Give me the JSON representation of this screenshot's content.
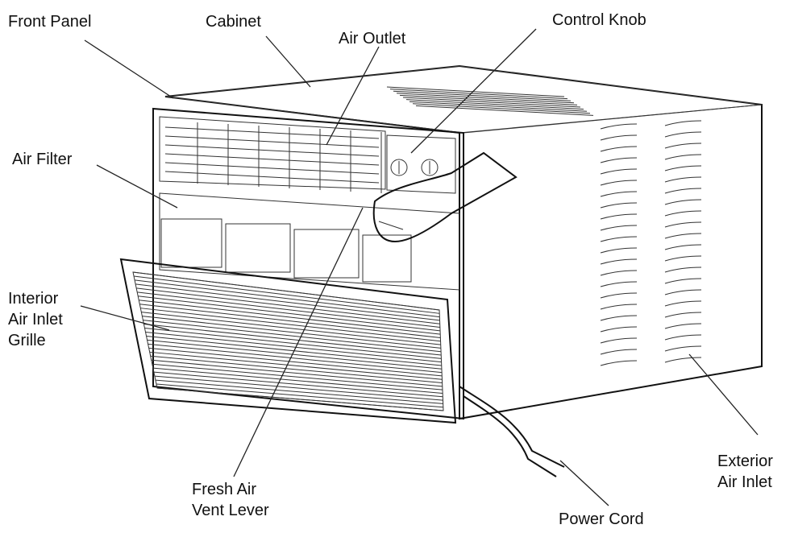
{
  "labels": {
    "front_panel": "Front Panel",
    "cabinet": "Cabinet",
    "air_outlet": "Air Outlet",
    "control_knob": "Control Knob",
    "air_filter": "Air Filter",
    "interior_air_inlet_grille": [
      "Interior",
      "Air Inlet",
      "Grille"
    ],
    "fresh_air_vent_lever": [
      "Fresh Air",
      "Vent Lever"
    ],
    "power_cord": "Power Cord",
    "exterior_air_inlet": [
      "Exterior",
      "Air Inlet"
    ]
  }
}
